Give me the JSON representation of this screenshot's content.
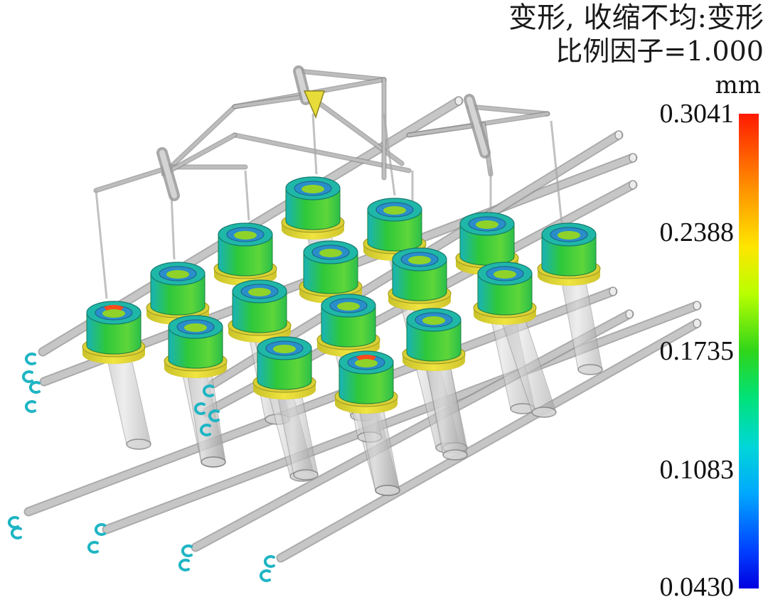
{
  "title_line1": "变形, 收缩不均:变形",
  "title_line2": "比例因子=1.000",
  "unit": "mm",
  "legend_ticks": [
    "0.3041",
    "0.2388",
    "0.1735",
    "0.1083",
    "0.0430"
  ],
  "colors": {
    "pipe": "#c9c9c9",
    "pipe_edge": "#8f8f8f",
    "runner": "#bdbdbd",
    "gate_cone": "#e8dc3a",
    "part_body": "#2fc63c",
    "part_top": "#1fb7a8",
    "part_flange": "#e6dc38",
    "hot_spot": "#ff4a1a",
    "hook": "#1fb5c4"
  }
}
